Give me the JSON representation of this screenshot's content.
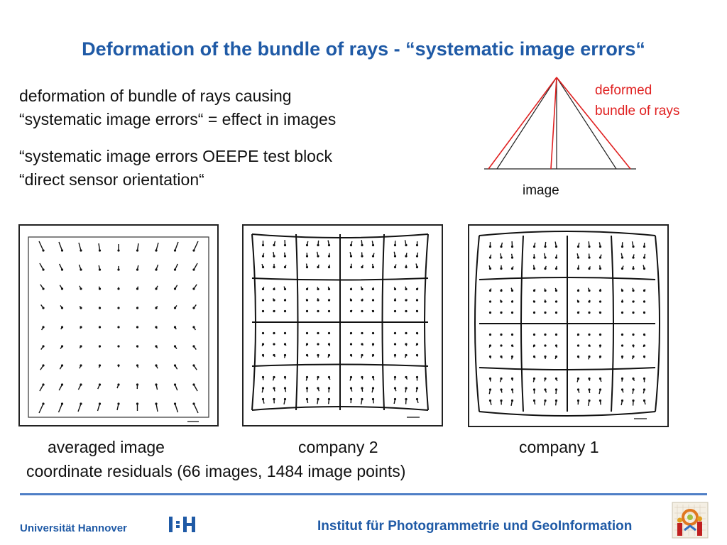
{
  "slide": {
    "title": "Deformation of the bundle of rays - “systematic image errors“",
    "bullets": [
      [
        "deformation of bundle of rays causing",
        "“systematic image errors“ = effect in images"
      ],
      [
        "“systematic image errors  OEEPE test block",
        "“direct sensor orientation“"
      ]
    ]
  },
  "figure": {
    "deformed_label": [
      "deformed",
      "bundle of rays"
    ],
    "image_label": "image",
    "colors": {
      "ideal": "#222222",
      "deformed": "#e02020"
    }
  },
  "panels": {
    "captions": [
      "averaged image",
      "company 2",
      "company 1"
    ],
    "subcaption": "coordinate residuals (66 images, 1484 image points)"
  },
  "footer": {
    "university": "Universität Hannover",
    "institute": "Institut für Photogrammetrie und GeoInformation",
    "accent_color": "#1f5aa6",
    "rule_color": "#4f7fc6"
  }
}
